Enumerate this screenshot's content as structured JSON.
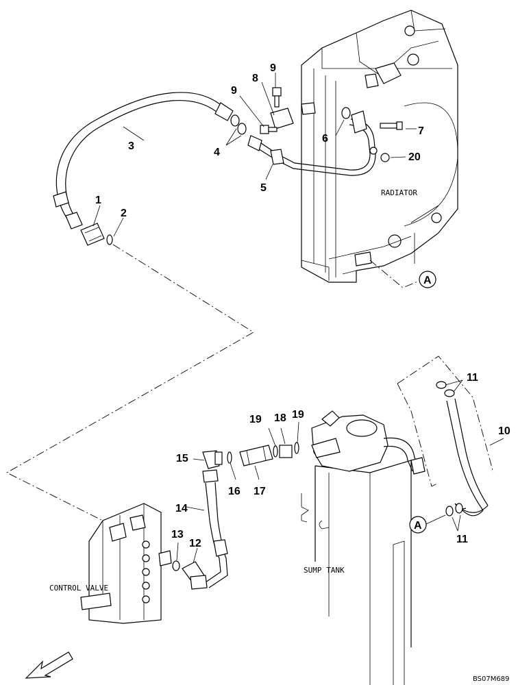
{
  "labels": {
    "radiator": "RADIATOR",
    "sump_tank": "SUMP TANK",
    "control_valve": "CONTROL VALVE",
    "detail_ref_top": "A",
    "detail_ref_bottom": "A",
    "drawing_code": "BS07M689"
  },
  "callouts": {
    "p1": "1",
    "p2": "2",
    "p3": "3",
    "p4": "4",
    "p5": "5",
    "p6": "6",
    "p7": "7",
    "p8": "8",
    "p9a": "9",
    "p9b": "9",
    "p20": "20",
    "p10": "10",
    "p11a": "11",
    "p11b": "11",
    "p12": "12",
    "p13": "13",
    "p14": "14",
    "p15": "15",
    "p16": "16",
    "p17": "17",
    "p18": "18",
    "p19a": "19",
    "p19b": "19"
  },
  "icons": {
    "direction_arrow": "arrow-down-left-icon"
  }
}
